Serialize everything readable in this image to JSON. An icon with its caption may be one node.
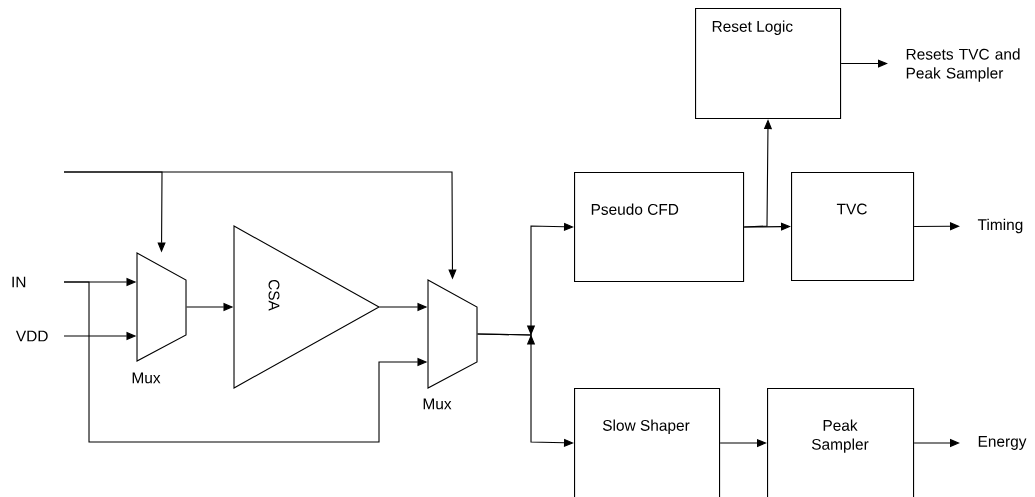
{
  "diagram": {
    "nodes": [
      {
        "text": [
          "IN"
        ]
      },
      {
        "text": [
          "VDD"
        ]
      },
      {
        "text": [
          "Mux"
        ]
      },
      {
        "text": [
          "CSA"
        ]
      },
      {
        "text": [
          "Mux"
        ]
      },
      {
        "text": [
          "Pseudo CFD"
        ]
      },
      {
        "text": [
          "Reset Logic"
        ]
      },
      {
        "text": [
          "TVC"
        ]
      },
      {
        "text": [
          "Slow Shaper"
        ]
      },
      {
        "text": [
          "Peak Sampler"
        ]
      },
      {
        "text": [
          "Resets TVC and Peak Sampler"
        ]
      },
      {
        "text": [
          "Timing"
        ]
      },
      {
        "text": [
          "Energy"
        ]
      }
    ],
    "edges": [
      {
        "from": 0,
        "to": 2,
        "arrow": "to"
      },
      {
        "from": 1,
        "to": 2,
        "arrow": "to"
      },
      {
        "from": 2,
        "to": 3,
        "arrow": "to"
      },
      {
        "from": 3,
        "to": 4,
        "arrow": "to"
      },
      {
        "from": 0,
        "to": 4,
        "arrow": "to"
      },
      {
        "from": null,
        "to": 2,
        "arrow": "to"
      },
      {
        "from": null,
        "to": 4,
        "arrow": "to"
      },
      {
        "from": 4,
        "to": 5,
        "arrow": "to"
      },
      {
        "from": 4,
        "to": 8,
        "arrow": "to"
      },
      {
        "from": 5,
        "to": 7,
        "arrow": "to"
      },
      {
        "from": 5,
        "to": 6,
        "arrow": "to"
      },
      {
        "from": 6,
        "to": 10,
        "arrow": "to"
      },
      {
        "from": 7,
        "to": 11,
        "arrow": "to"
      },
      {
        "from": 8,
        "to": 9,
        "arrow": "to"
      },
      {
        "from": 9,
        "to": 12,
        "arrow": "to"
      }
    ]
  }
}
